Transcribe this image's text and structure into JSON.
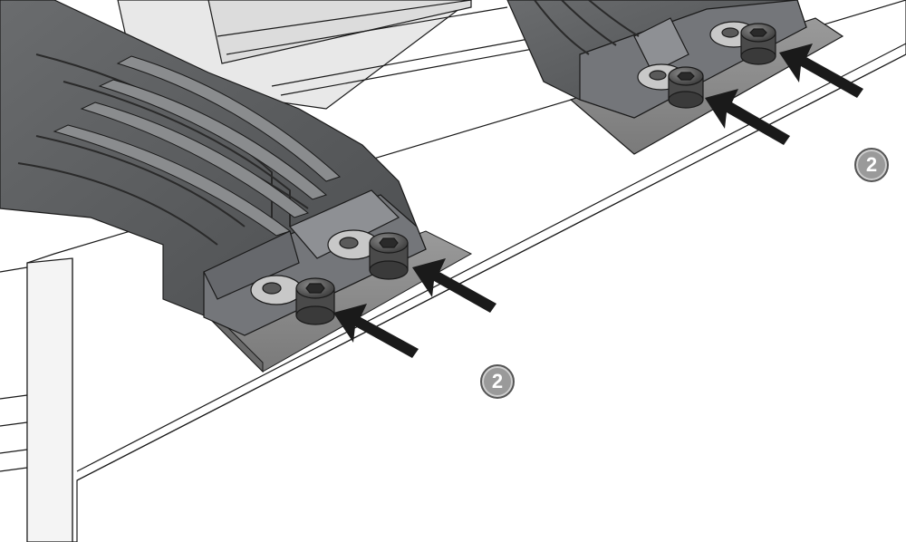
{
  "figure": {
    "colors": {
      "outline": "#1a1a1a",
      "bracket_dark": "#545658",
      "bracket_mid": "#6e7072",
      "bracket_light": "#8c8e90",
      "plate": "#8a8a8a",
      "bolt": "#4a4a4a",
      "washer": "#c8c8c8",
      "arrow": "#1a1a1a",
      "panel": "#ffffff"
    },
    "callouts": [
      {
        "label": "2"
      },
      {
        "label": "2"
      }
    ],
    "arrows_count": 4,
    "icons": [
      "bolt-icon",
      "washer-icon",
      "arrow-icon"
    ]
  }
}
